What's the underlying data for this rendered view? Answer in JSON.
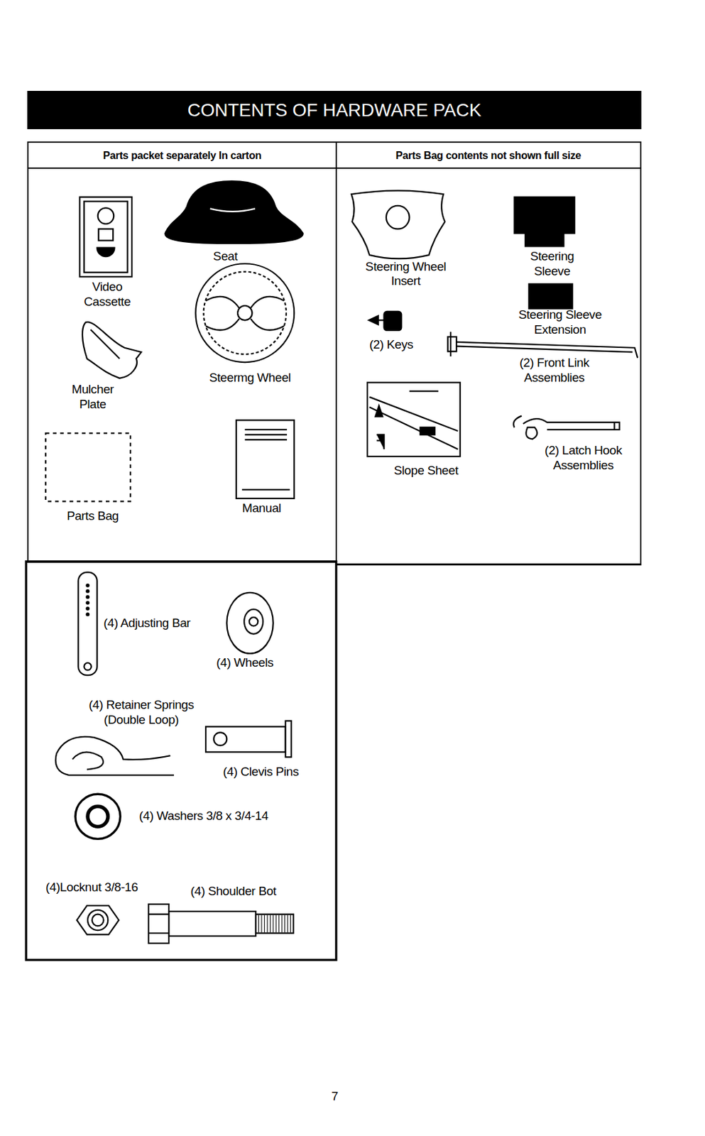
{
  "diagram": {
    "title": "CONTENTS OF HARDWARE PACK",
    "nodes": [
      {
        "text": [
          "Parts packet separately In carton"
        ]
      },
      {
        "text": [
          "Parts Bag contents not shown full size"
        ]
      }
    ],
    "labels": [
      "Video Cassette",
      "Seat",
      "Steermg Wheel",
      "Mulcher Plate",
      "Parts Bag",
      "Manual",
      "Steering Wheel Insert",
      "Steering Sleeve",
      "Steering Sleeve Extension",
      "(2) Keys",
      "(2) Front Link Assemblies",
      "Slope Sheet",
      "(2) Latch Hook Assemblies",
      "(4) Adjusting Bar",
      "(4) Wheels",
      "(4) Retainer Springs (Double Loop)",
      "(4) Clevis Pins",
      "(4) Washers 3/8 x 3/4-14",
      "(4)Locknut 3/8-16",
      "(4) Shoulder Bot",
      "7"
    ]
  }
}
